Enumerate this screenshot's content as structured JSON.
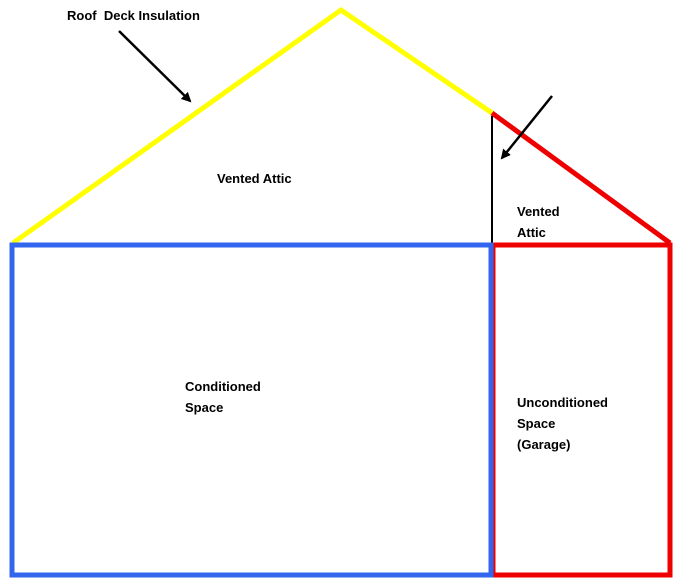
{
  "colors": {
    "background": "#ffffff",
    "roof_deck_insulation": "#ffff00",
    "conditioned_boundary": "#3366ee",
    "unconditioned_boundary": "#ee0000",
    "arrows_and_wall": "#000000"
  },
  "labels": {
    "roof_deck_insulation": "Roof  Deck Insulation",
    "vented_attic_main": "Vented Attic",
    "vented_attic_garage": [
      "Vented",
      "Attic"
    ],
    "conditioned_space": [
      "Conditioned",
      "Space"
    ],
    "unconditioned_space": [
      "Unconditioned",
      "Space",
      "(Garage)"
    ]
  }
}
